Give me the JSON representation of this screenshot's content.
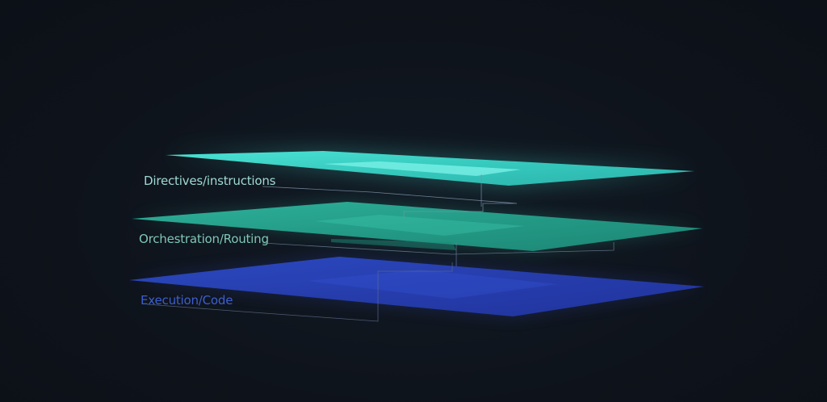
{
  "layers": [
    {
      "label": "Directives/instructions",
      "color": "#3fd6c8"
    },
    {
      "label": "Orchestration/Routing",
      "color": "#2fb79c"
    },
    {
      "label": "Execution/Code",
      "color": "#2d47c4"
    }
  ]
}
